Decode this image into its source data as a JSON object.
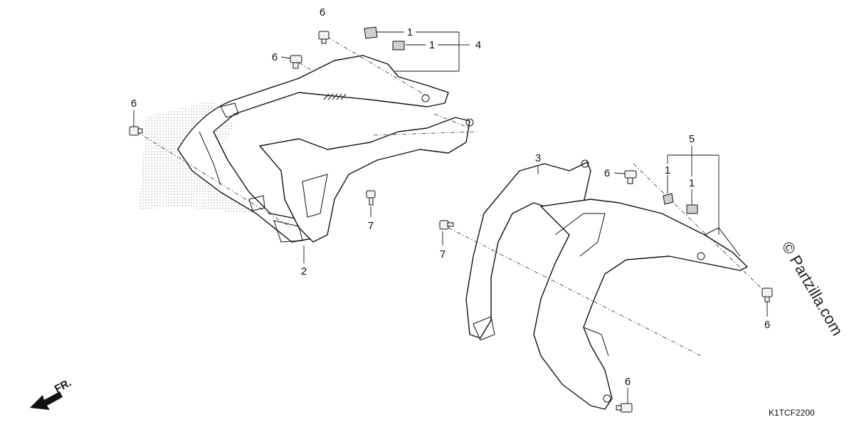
{
  "diagram": {
    "callouts": {
      "c6a": "6",
      "c6b": "6",
      "c6c": "6",
      "c1a": "1",
      "c1b": "1",
      "c4": "4",
      "c7a": "7",
      "c2": "2",
      "c3": "3",
      "c6d": "6",
      "c5": "5",
      "c1c": "1",
      "c1d": "1",
      "c7b": "7",
      "c6e": "6",
      "c6f": "6"
    },
    "direction_label": "FR.",
    "diagram_code": "K1TCF2200",
    "watermark": "© Partzilla.com"
  }
}
